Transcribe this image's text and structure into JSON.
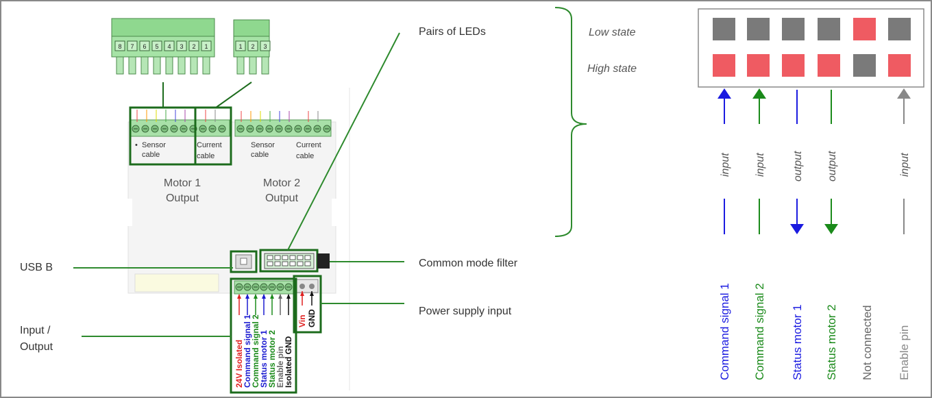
{
  "callouts": {
    "pairs_of_leds": "Pairs of LEDs",
    "usb_b": "USB B",
    "common_mode_filter": "Common mode filter",
    "power_supply_input": "Power supply input",
    "input_output_line1": "Input /",
    "input_output_line2": "Output"
  },
  "connector_small_labels": {
    "sensor_line1": "Sensor",
    "sensor_line2": "cable",
    "current_line1": "Current",
    "current_line2": "cable"
  },
  "motor1": {
    "line1": "Motor 1",
    "line2": "Output"
  },
  "motor2": {
    "line1": "Motor 2",
    "line2": "Output"
  },
  "plug8_numbers": [
    "8",
    "7",
    "6",
    "5",
    "4",
    "3",
    "2",
    "1"
  ],
  "plug3_numbers": [
    "1",
    "2",
    "3"
  ],
  "io_pins": [
    {
      "label": "24V Isolated",
      "color": "#e02020"
    },
    {
      "label": "Command signal 1",
      "color": "#1a1ad0"
    },
    {
      "label": "Command signal 2",
      "color": "#1a8a1a"
    },
    {
      "label": "Status motor 1",
      "color": "#1a1ad0"
    },
    {
      "label": "Status motor 2",
      "color": "#1a8a1a"
    },
    {
      "label": "Enable pin",
      "color": "#666666"
    },
    {
      "label": "Isolated GND",
      "color": "#111111"
    }
  ],
  "power_pins": [
    {
      "label": "Vin",
      "color": "#e02020"
    },
    {
      "label": "GND",
      "color": "#111111"
    }
  ],
  "led_panel": {
    "low_state": "Low state",
    "high_state": "High state",
    "low_row": [
      "off",
      "off",
      "off",
      "off",
      "on",
      "off"
    ],
    "high_row": [
      "on",
      "on",
      "on",
      "on",
      "off",
      "on"
    ],
    "on_color": "#ef5b62",
    "off_color": "#7a7a7a"
  },
  "signals": [
    {
      "name": "Command signal 1",
      "direction": "input",
      "color": "#1a1ae0"
    },
    {
      "name": "Command signal 2",
      "direction": "input",
      "color": "#1a8a1a"
    },
    {
      "name": "Status motor 1",
      "direction": "output",
      "color": "#1a1ae0"
    },
    {
      "name": "Status motor 2",
      "direction": "output",
      "color": "#1a8a1a"
    },
    {
      "name": "Not connected",
      "direction": "",
      "color": "#666666"
    },
    {
      "name": "Enable pin",
      "direction": "input",
      "color": "#888888"
    }
  ],
  "colors": {
    "frame_green": "#1c6b1c",
    "callout_green": "#2d8a2d",
    "terminal_green": "#a8e0a8"
  }
}
